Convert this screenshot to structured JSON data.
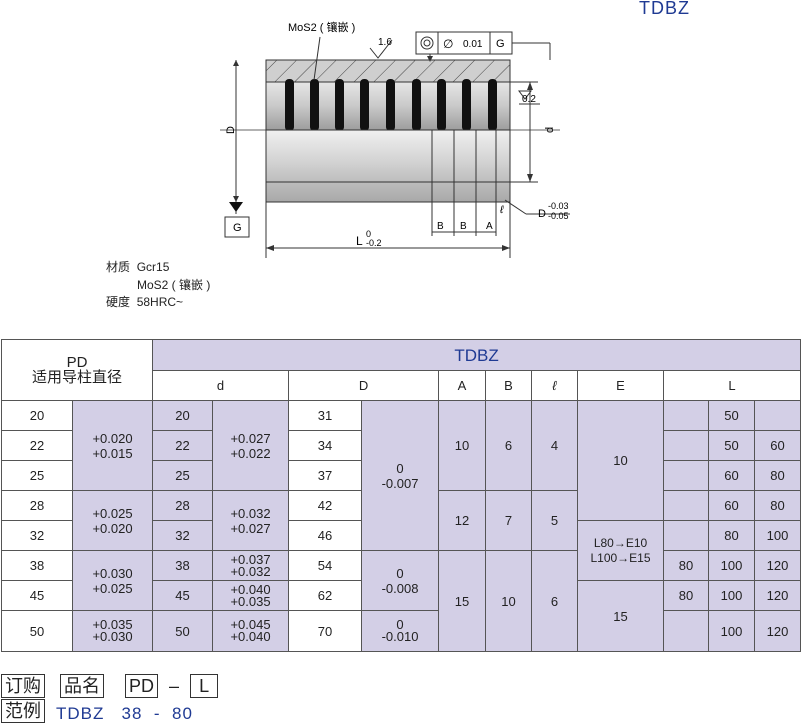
{
  "title_code": "TDBZ",
  "drawing": {
    "mos2_label": "MoS2 ( 镶嵌 )",
    "roughness": "1.6",
    "concentricity_value": "0.01",
    "datum": "G",
    "datum_g": "G",
    "phi_symbol": "∅",
    "d_tol": "0.2",
    "D_label": "D",
    "d_label": "d",
    "D_tol_label": "D",
    "D_tol_upper": "-0.03",
    "D_tol_lower": "-0.05",
    "ell_label": "ℓ",
    "B1": "B",
    "B2": "B",
    "A": "A",
    "L_label": "L",
    "L_upper": "0",
    "L_lower": "-0.2"
  },
  "material": {
    "line1_label": "材质",
    "line1_value": "Gcr15",
    "line2_value": "MoS2 ( 镶嵌 )",
    "line3_label": "硬度",
    "line3_value": "58HRC~"
  },
  "table": {
    "pd_header": "PD",
    "pd_sub": "适用导柱直径",
    "code_header": "TDBZ",
    "col_d": "d",
    "col_D": "D",
    "col_A": "A",
    "col_B": "B",
    "col_ell": "ℓ",
    "col_E": "E",
    "col_L": "L",
    "rows": [
      {
        "pd": "20",
        "d": "31"
      },
      {
        "pd": "22",
        "d": "34"
      },
      {
        "pd": "25",
        "d": "37"
      },
      {
        "pd": "28",
        "d": "42"
      },
      {
        "pd": "32",
        "d": "46"
      },
      {
        "pd": "38",
        "d": "54"
      },
      {
        "pd": "45",
        "d": "62"
      },
      {
        "pd": "50",
        "d": "70"
      }
    ],
    "pd_tol": [
      "+0.020\n+0.015",
      "+0.025\n+0.020",
      "+0.030\n+0.025",
      "+0.035\n+0.030"
    ],
    "d_vals": [
      "20",
      "22",
      "25",
      "28",
      "32",
      "38",
      "45",
      "50"
    ],
    "d_tol": [
      "+0.027\n+0.022",
      "+0.032\n+0.027",
      "+0.037\n+0.032",
      "+0.040\n+0.035",
      "+0.045\n+0.040"
    ],
    "D_tol": [
      "0\n-0.007",
      "0\n-0.008",
      "0\n-0.010"
    ],
    "A_vals": [
      "10",
      "12",
      "15"
    ],
    "B_vals": [
      "6",
      "7",
      "10"
    ],
    "ell_vals": [
      "4",
      "5",
      "6"
    ],
    "E_vals": [
      "10",
      "L80→E10\nL100→E15",
      "15"
    ],
    "L_vals": [
      [
        "50"
      ],
      [
        "50",
        "60"
      ],
      [
        "60",
        "80"
      ],
      [
        "60",
        "80"
      ],
      [
        "80",
        "100"
      ],
      [
        "80",
        "100",
        "120"
      ],
      [
        "80",
        "100",
        "120"
      ],
      [
        "100",
        "120"
      ]
    ]
  },
  "order": {
    "label1": "订购",
    "label2": "范例",
    "name_label": "品名",
    "pd_box": "PD",
    "dash": "–",
    "l_box": "L",
    "example": "TDBZ   38  -  80"
  }
}
